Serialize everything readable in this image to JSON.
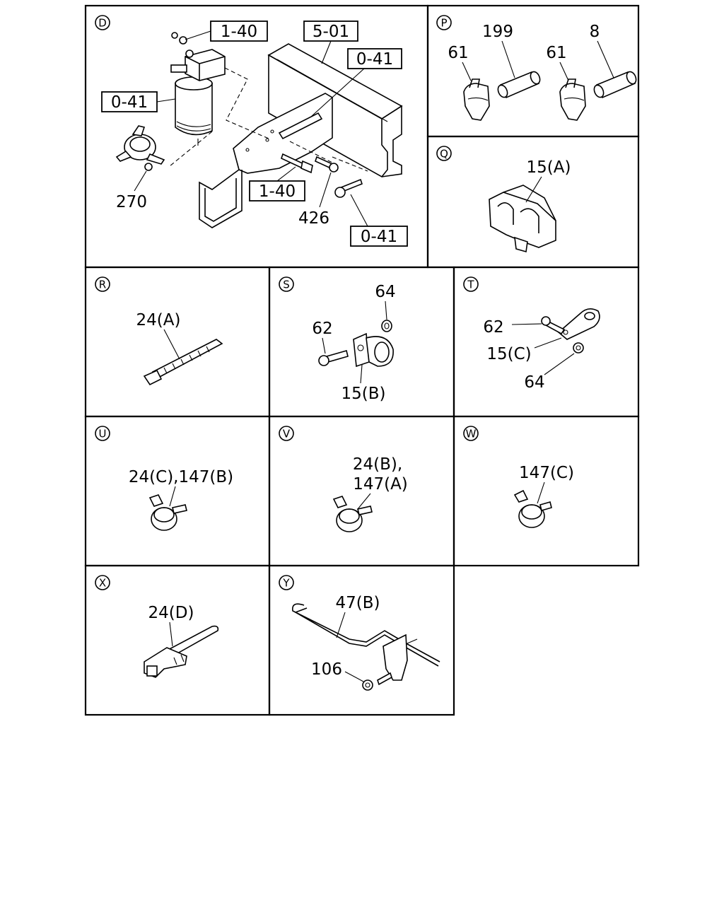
{
  "panels": {
    "D": {
      "id": "D",
      "refs": {
        "ref_1_40_top": "1-40",
        "ref_5_01": "5-01",
        "ref_0_41_right": "0-41",
        "ref_0_41_left": "0-41",
        "ref_1_40_mid": "1-40",
        "ref_0_41_bottom": "0-41"
      },
      "parts": {
        "p270": "270",
        "p426": "426"
      }
    },
    "P": {
      "id": "P",
      "parts": {
        "p199": "199",
        "p8": "8",
        "p61_left": "61",
        "p61_right": "61"
      }
    },
    "Q": {
      "id": "Q",
      "parts": {
        "p15A": "15(A)"
      }
    },
    "R": {
      "id": "R",
      "parts": {
        "p24A": "24(A)"
      }
    },
    "S": {
      "id": "S",
      "parts": {
        "p64": "64",
        "p62": "62",
        "p15B": "15(B)"
      }
    },
    "T": {
      "id": "T",
      "parts": {
        "p62": "62",
        "p15C": "15(C)",
        "p64": "64"
      }
    },
    "U": {
      "id": "U",
      "parts": {
        "p24C_147B": "24(C),147(B)"
      }
    },
    "V": {
      "id": "V",
      "parts": {
        "p24B": "24(B),",
        "p147A": "147(A)"
      }
    },
    "W": {
      "id": "W",
      "parts": {
        "p147C": "147(C)"
      }
    },
    "X": {
      "id": "X",
      "parts": {
        "p24D": "24(D)"
      }
    },
    "Y": {
      "id": "Y",
      "parts": {
        "p47B": "47(B)",
        "p106": "106"
      }
    }
  }
}
